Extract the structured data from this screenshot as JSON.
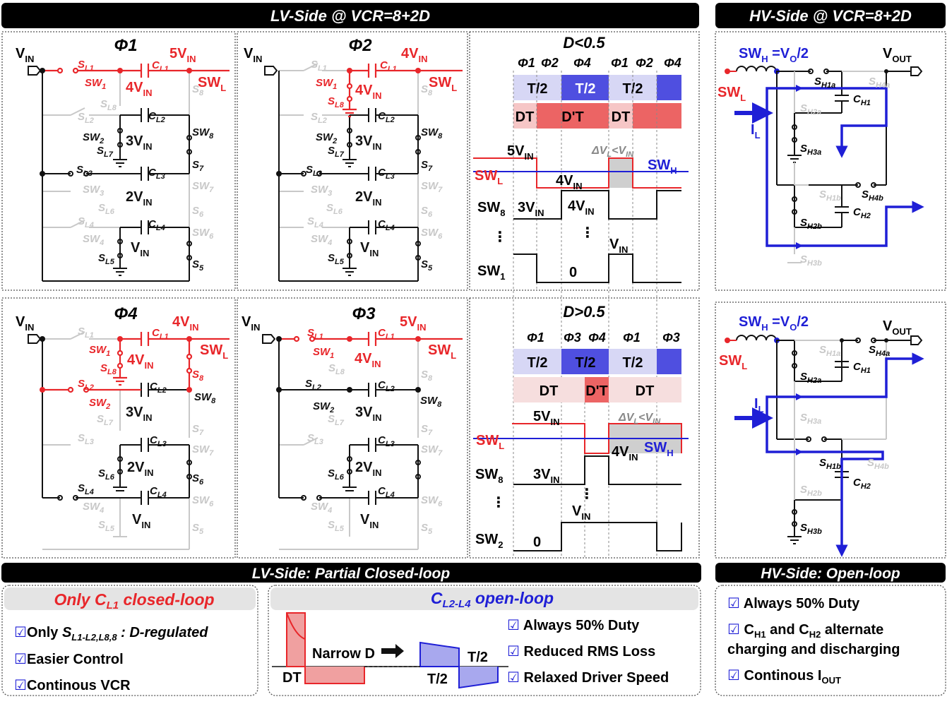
{
  "headers": {
    "lv": "LV-Side @ VCR=8+2D",
    "hv": "HV-Side @ VCR=8+2D",
    "lv_bottom": "LV-Side: Partial Closed-loop",
    "hv_bottom": "HV-Side: Open-loop"
  },
  "phases": {
    "p1": "Φ1",
    "p2": "Φ2",
    "p3": "Φ3",
    "p4": "Φ4"
  },
  "circuit": {
    "vin": "V",
    "vin_sub": "IN",
    "v5": "5V",
    "v4": "4V",
    "v3": "3V",
    "v2": "2V",
    "v1": "V",
    "vsub": "IN",
    "swl": "SW",
    "swl_sub": "L",
    "sw1": "SW",
    "sw1_sub": "1",
    "sw2": "SW",
    "sw2_sub": "2",
    "sw3": "SW",
    "sw3_sub": "3",
    "sw4": "SW",
    "sw4_sub": "4",
    "sw6": "SW",
    "sw6_sub": "6",
    "sw7": "SW",
    "sw7_sub": "7",
    "sw8": "SW",
    "sw8_sub": "8",
    "S": "S",
    "C": "C",
    "sl1": "L1",
    "sl2": "L2",
    "sl3": "L3",
    "sl4": "L4",
    "sl5": "L5",
    "sl6": "L6",
    "sl7": "L7",
    "sl8": "L8",
    "s5": "5",
    "s6": "6",
    "s7": "7",
    "s8": "8",
    "cl1": "L1",
    "cl2": "L2",
    "cl3": "L3",
    "cl4": "L4"
  },
  "timing": {
    "top_title": "D<0.5",
    "bot_title": "D>0.5",
    "top_phases": [
      "Φ1",
      "Φ2",
      "Φ4",
      "Φ1",
      "Φ2",
      "Φ4"
    ],
    "bot_phases": [
      "Φ1",
      "Φ3",
      "Φ4",
      "Φ1",
      "Φ3"
    ],
    "t2": "T/2",
    "dt": "DT",
    "dpt": "D'T",
    "dvl": "ΔV",
    "dvl_sub": "L",
    "dvl_rest": "<V",
    "dvl_sub2": "IN",
    "swh": "SW",
    "swh_sub": "H",
    "zero": "0",
    "dots": "⋮"
  },
  "hv": {
    "swh_label": "SW",
    "swh_sub": "H",
    "swh_eq": " =V",
    "swh_o": "O",
    "swh_rest": "/2",
    "vout": "V",
    "vout_sub": "OUT",
    "swl": "SW",
    "swl_sub": "L",
    "il": "I",
    "il_sub": "L",
    "S": "S",
    "C": "C",
    "sh1a": "H1a",
    "sh2a": "H2a",
    "sh3a": "H3a",
    "sh4a": "H4a",
    "sh1b": "H1b",
    "sh2b": "H2b",
    "sh3b": "H3b",
    "sh4b": "H4b",
    "ch1": "H1",
    "ch2": "H2"
  },
  "notes": {
    "only_cl1_a": "Only C",
    "only_cl1_sub": "L1",
    "only_cl1_b": "  closed-loop",
    "cl24_a": "C",
    "cl24_sub": "L2-L4",
    "cl24_b": "  open-loop",
    "lv_items": [
      {
        "pre": "Only ",
        "s": "S",
        "sub": "L1-L2,L8,8",
        "post": " : D-regulated"
      },
      {
        "pre": "Easier Control",
        "s": "",
        "sub": "",
        "post": ""
      },
      {
        "pre": "Continous VCR",
        "s": "",
        "sub": "",
        "post": ""
      }
    ],
    "cl24_items": [
      "Always 50% Duty",
      "Reduced RMS Loss",
      "Relaxed Driver Speed"
    ],
    "narrow": "Narrow D",
    "wave_dt": "DT",
    "wave_t2a": "T/2",
    "wave_t2b": "T/2",
    "hv_items": [
      "Always 50% Duty",
      "C",
      "H1",
      " and C",
      "H2",
      " alternate",
      "charging and discharging",
      "Continous I",
      "OUT"
    ]
  },
  "colors": {
    "red": "#e8262a",
    "blue": "#1f1fd6",
    "gray": "#c8c8c8",
    "black": "#111111"
  }
}
